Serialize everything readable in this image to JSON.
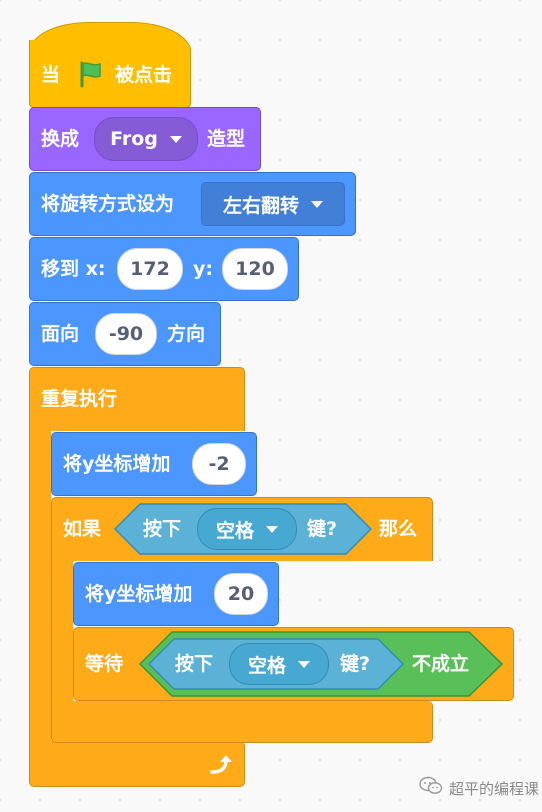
{
  "blocks": {
    "hat": {
      "prefix": "当",
      "flag_icon": "green-flag-icon",
      "suffix": "被点击"
    },
    "switch_costume": {
      "prefix": "换成",
      "costume": "Frog",
      "suffix": "造型"
    },
    "rotation_style": {
      "label": "将旋转方式设为",
      "value": "左右翻转"
    },
    "goto": {
      "label": "移到 x:",
      "x": "172",
      "y_label": "y:",
      "y": "120"
    },
    "point_direction": {
      "prefix": "面向",
      "value": "-90",
      "suffix": "方向"
    },
    "forever": {
      "label": "重复执行",
      "loop_icon": "loop-arrow-icon"
    },
    "change_y_1": {
      "label": "将y坐标增加",
      "value": "-2"
    },
    "if_block": {
      "prefix": "如果",
      "sensor_prefix": "按下",
      "key": "空格",
      "sensor_suffix": "键?",
      "suffix": "那么"
    },
    "change_y_2": {
      "label": "将y坐标增加",
      "value": "20"
    },
    "wait_until": {
      "prefix": "等待",
      "sensor_prefix": "按下",
      "key": "空格",
      "sensor_suffix": "键?",
      "not_suffix": "不成立"
    }
  },
  "watermark": {
    "text": "超平的编程课",
    "icon": "wechat-icon"
  },
  "colors": {
    "events": "#ffbf00",
    "looks": "#9966ff",
    "motion": "#4c97ff",
    "control": "#ffab19",
    "sensing": "#5cb1d6",
    "operators": "#59c059"
  }
}
